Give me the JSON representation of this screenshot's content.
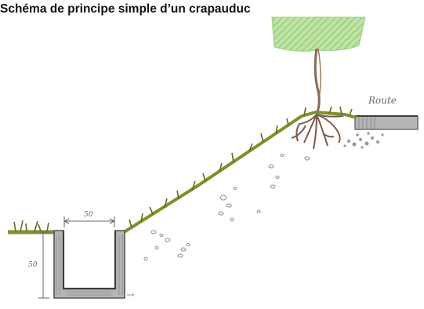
{
  "title": "Schéma de principe simple d’un crapauduc",
  "labels": {
    "road": "Route",
    "width_dim": "50",
    "depth_dim": "50"
  },
  "colors": {
    "grass": "#7f8f2a",
    "grass_dark": "#5f6d1e",
    "concrete": "#b5b5b5",
    "concrete_dark": "#6e6e6e",
    "tree_canopy": "#a8d68a",
    "trunk": "#8a6a55",
    "stones": "#8e8e8e"
  },
  "icons": [
    "tree-icon",
    "roots-icon",
    "grass-icon",
    "stone-icon"
  ]
}
